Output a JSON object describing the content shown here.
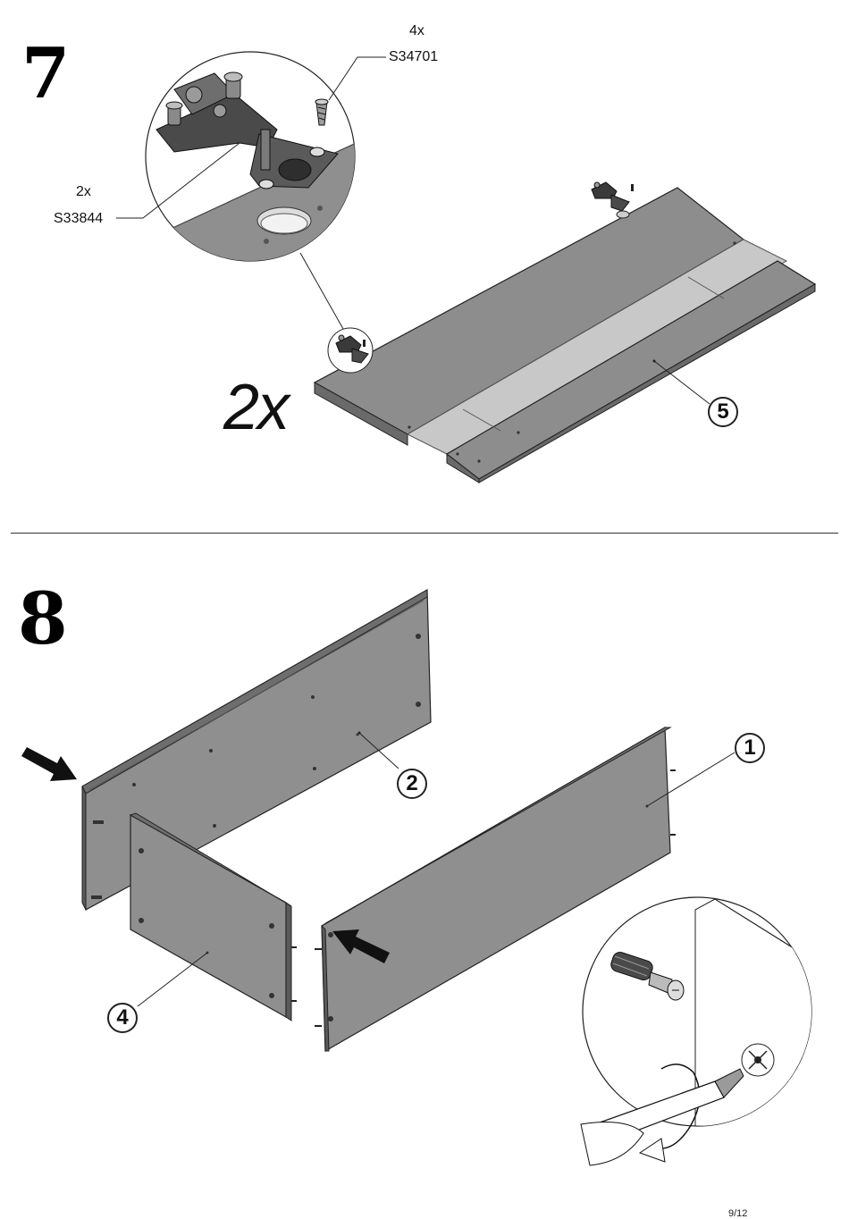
{
  "step7": {
    "number": "7",
    "multiplier": "2x",
    "hinge_screw": {
      "qty": "4x",
      "code": "S34701"
    },
    "hinge_plate": {
      "qty": "2x",
      "code": "S33844"
    },
    "part_label": "5"
  },
  "step8": {
    "number": "8",
    "parts": [
      "2",
      "1",
      "4"
    ]
  },
  "page_number": "9/12"
}
